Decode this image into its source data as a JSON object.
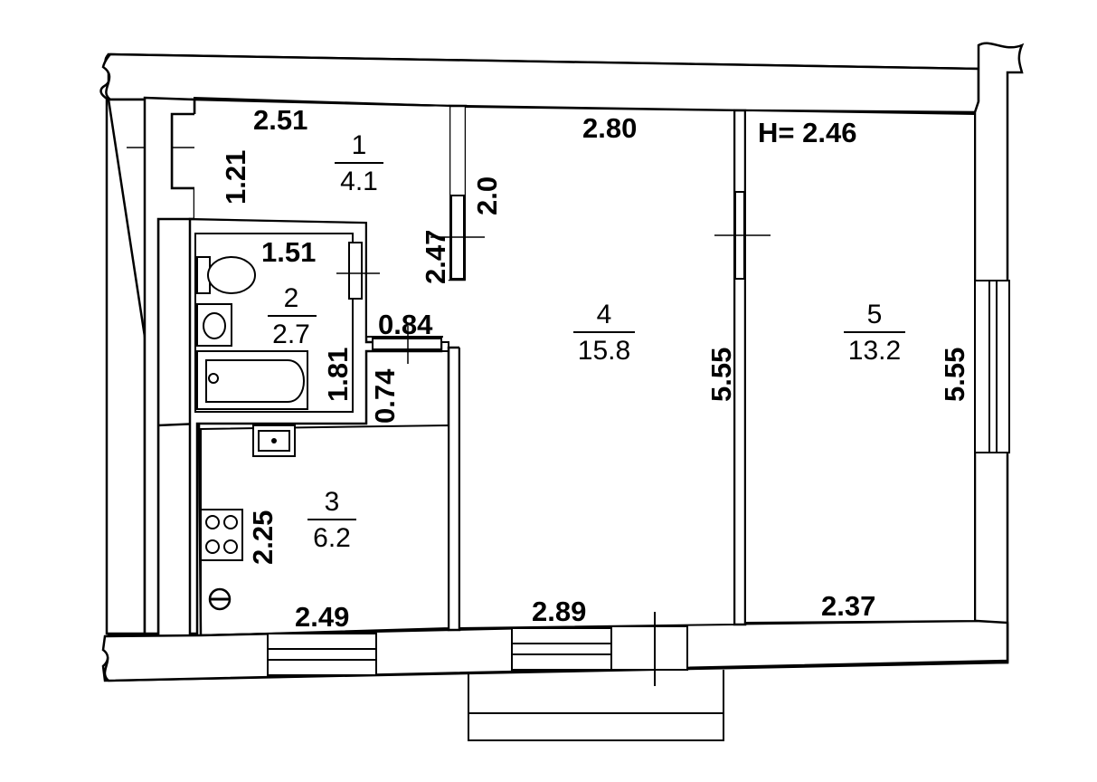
{
  "ceiling_height": "H= 2.46",
  "rooms": [
    {
      "number": "1",
      "area": "4.1"
    },
    {
      "number": "2",
      "area": "2.7"
    },
    {
      "number": "3",
      "area": "6.2"
    },
    {
      "number": "4",
      "area": "15.8"
    },
    {
      "number": "5",
      "area": "13.2"
    }
  ],
  "dimensions": {
    "hall_width": "2.51",
    "hall_depth": "1.21",
    "hall_side": "2.47",
    "door_offset": "2.0",
    "bath_width": "1.51",
    "bath_depth": "1.81",
    "closet_width": "0.84",
    "closet_depth": "0.74",
    "kitchen_depth": "2.25",
    "kitchen_width": "2.49",
    "room4_top": "2.80",
    "room4_bottom": "2.89",
    "room4_depth": "5.55",
    "room5_bottom": "2.37",
    "room5_depth": "5.55"
  },
  "colors": {
    "line": "#000000",
    "background": "#ffffff",
    "fixture_fill": "#e6e6e6"
  },
  "icons": [
    "toilet-icon",
    "washbasin-icon",
    "bathtub-icon",
    "kitchen-sink-icon",
    "stove-icon",
    "gas-meter-icon"
  ]
}
